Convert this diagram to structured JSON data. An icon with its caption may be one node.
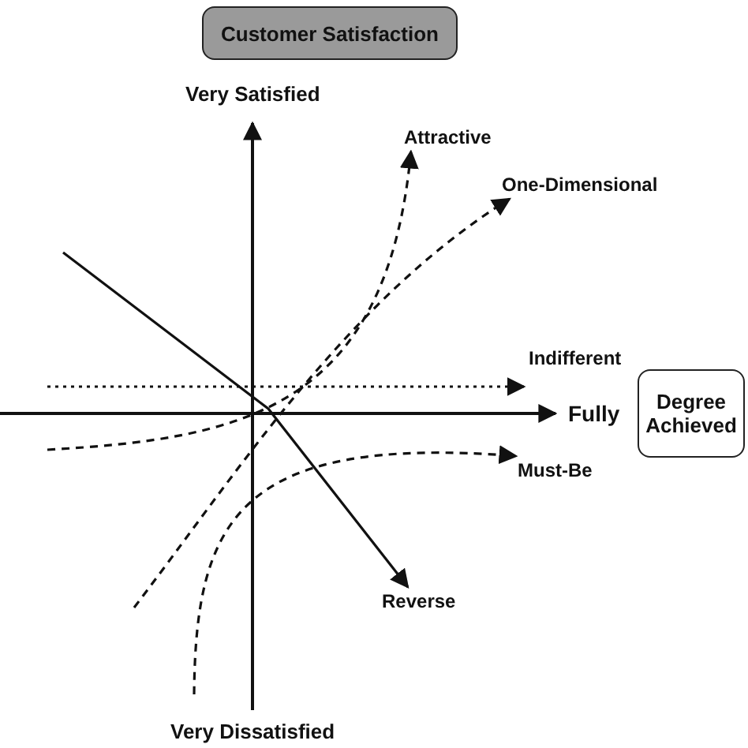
{
  "diagram": {
    "nodes": [
      {
        "text": [
          "Customer Satisfaction"
        ]
      },
      {
        "text": [
          "Degree Achieved"
        ]
      },
      {
        "text": [
          "Attractive"
        ]
      },
      {
        "text": [
          "One-Dimensional"
        ]
      },
      {
        "text": [
          "Indifferent"
        ]
      },
      {
        "text": [
          "Must-Be"
        ]
      },
      {
        "text": [
          "Reverse"
        ]
      }
    ],
    "edges": [
      {
        "from": null,
        "to": 2,
        "arrow": "to",
        "style": "dashed"
      },
      {
        "from": null,
        "to": 3,
        "arrow": "to",
        "style": "dashed"
      },
      {
        "from": null,
        "to": 4,
        "arrow": "to",
        "style": "dashed"
      },
      {
        "from": null,
        "to": 5,
        "arrow": "to",
        "style": "dashed"
      },
      {
        "from": null,
        "to": 6,
        "arrow": "to"
      }
    ],
    "labels": [
      "Very Satisfied",
      "Fully",
      "Very Dissatisfied"
    ]
  }
}
